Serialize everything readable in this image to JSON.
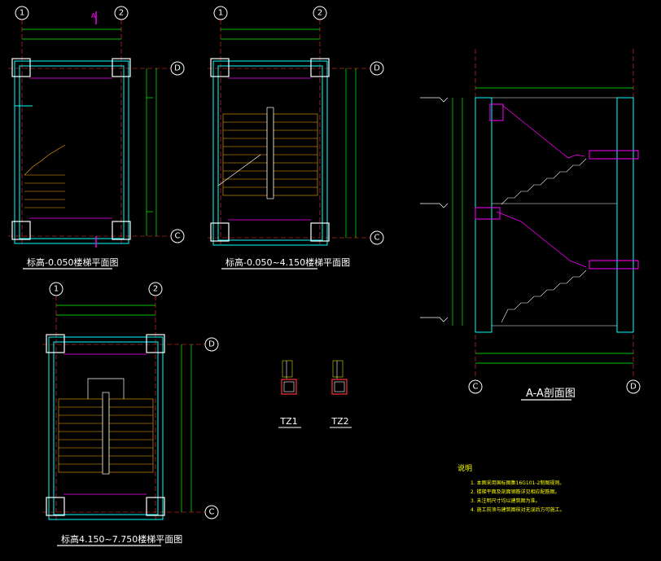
{
  "plans": {
    "plan1": {
      "title": "标高-0.050楼梯平面图",
      "axes": [
        "1",
        "2",
        "D",
        "C"
      ],
      "section": "A"
    },
    "plan2": {
      "title": "标高-0.050~4.150楼梯平面图",
      "axes": [
        "1",
        "2",
        "D",
        "C"
      ]
    },
    "plan3": {
      "title": "标高4.150~7.750楼梯平面图",
      "axes": [
        "1",
        "2",
        "D",
        "C"
      ]
    }
  },
  "columns": {
    "tz1": "TZ1",
    "tz2": "TZ2"
  },
  "section": {
    "title": "A-A剖面图",
    "axes": [
      "C",
      "D"
    ]
  },
  "notes": {
    "heading": "说明",
    "items": [
      "1. 本图采用国标图集16G101-2制图规则。",
      "2. 楼梯平面及剖面钢筋详见相应配筋图。",
      "3. 未注明尺寸均以建筑图为准。",
      "4. 施工前须与建筑图核对无误后方可施工。"
    ]
  },
  "colors": {
    "background": "#000000",
    "axis": "#00ff00",
    "wall": "#00ffff",
    "column": "#ffffff",
    "beam": "#ff00ff",
    "stair": "#ffa500",
    "dimension": "#00ff00",
    "text": "#ffffff",
    "note": "#ffff00"
  }
}
